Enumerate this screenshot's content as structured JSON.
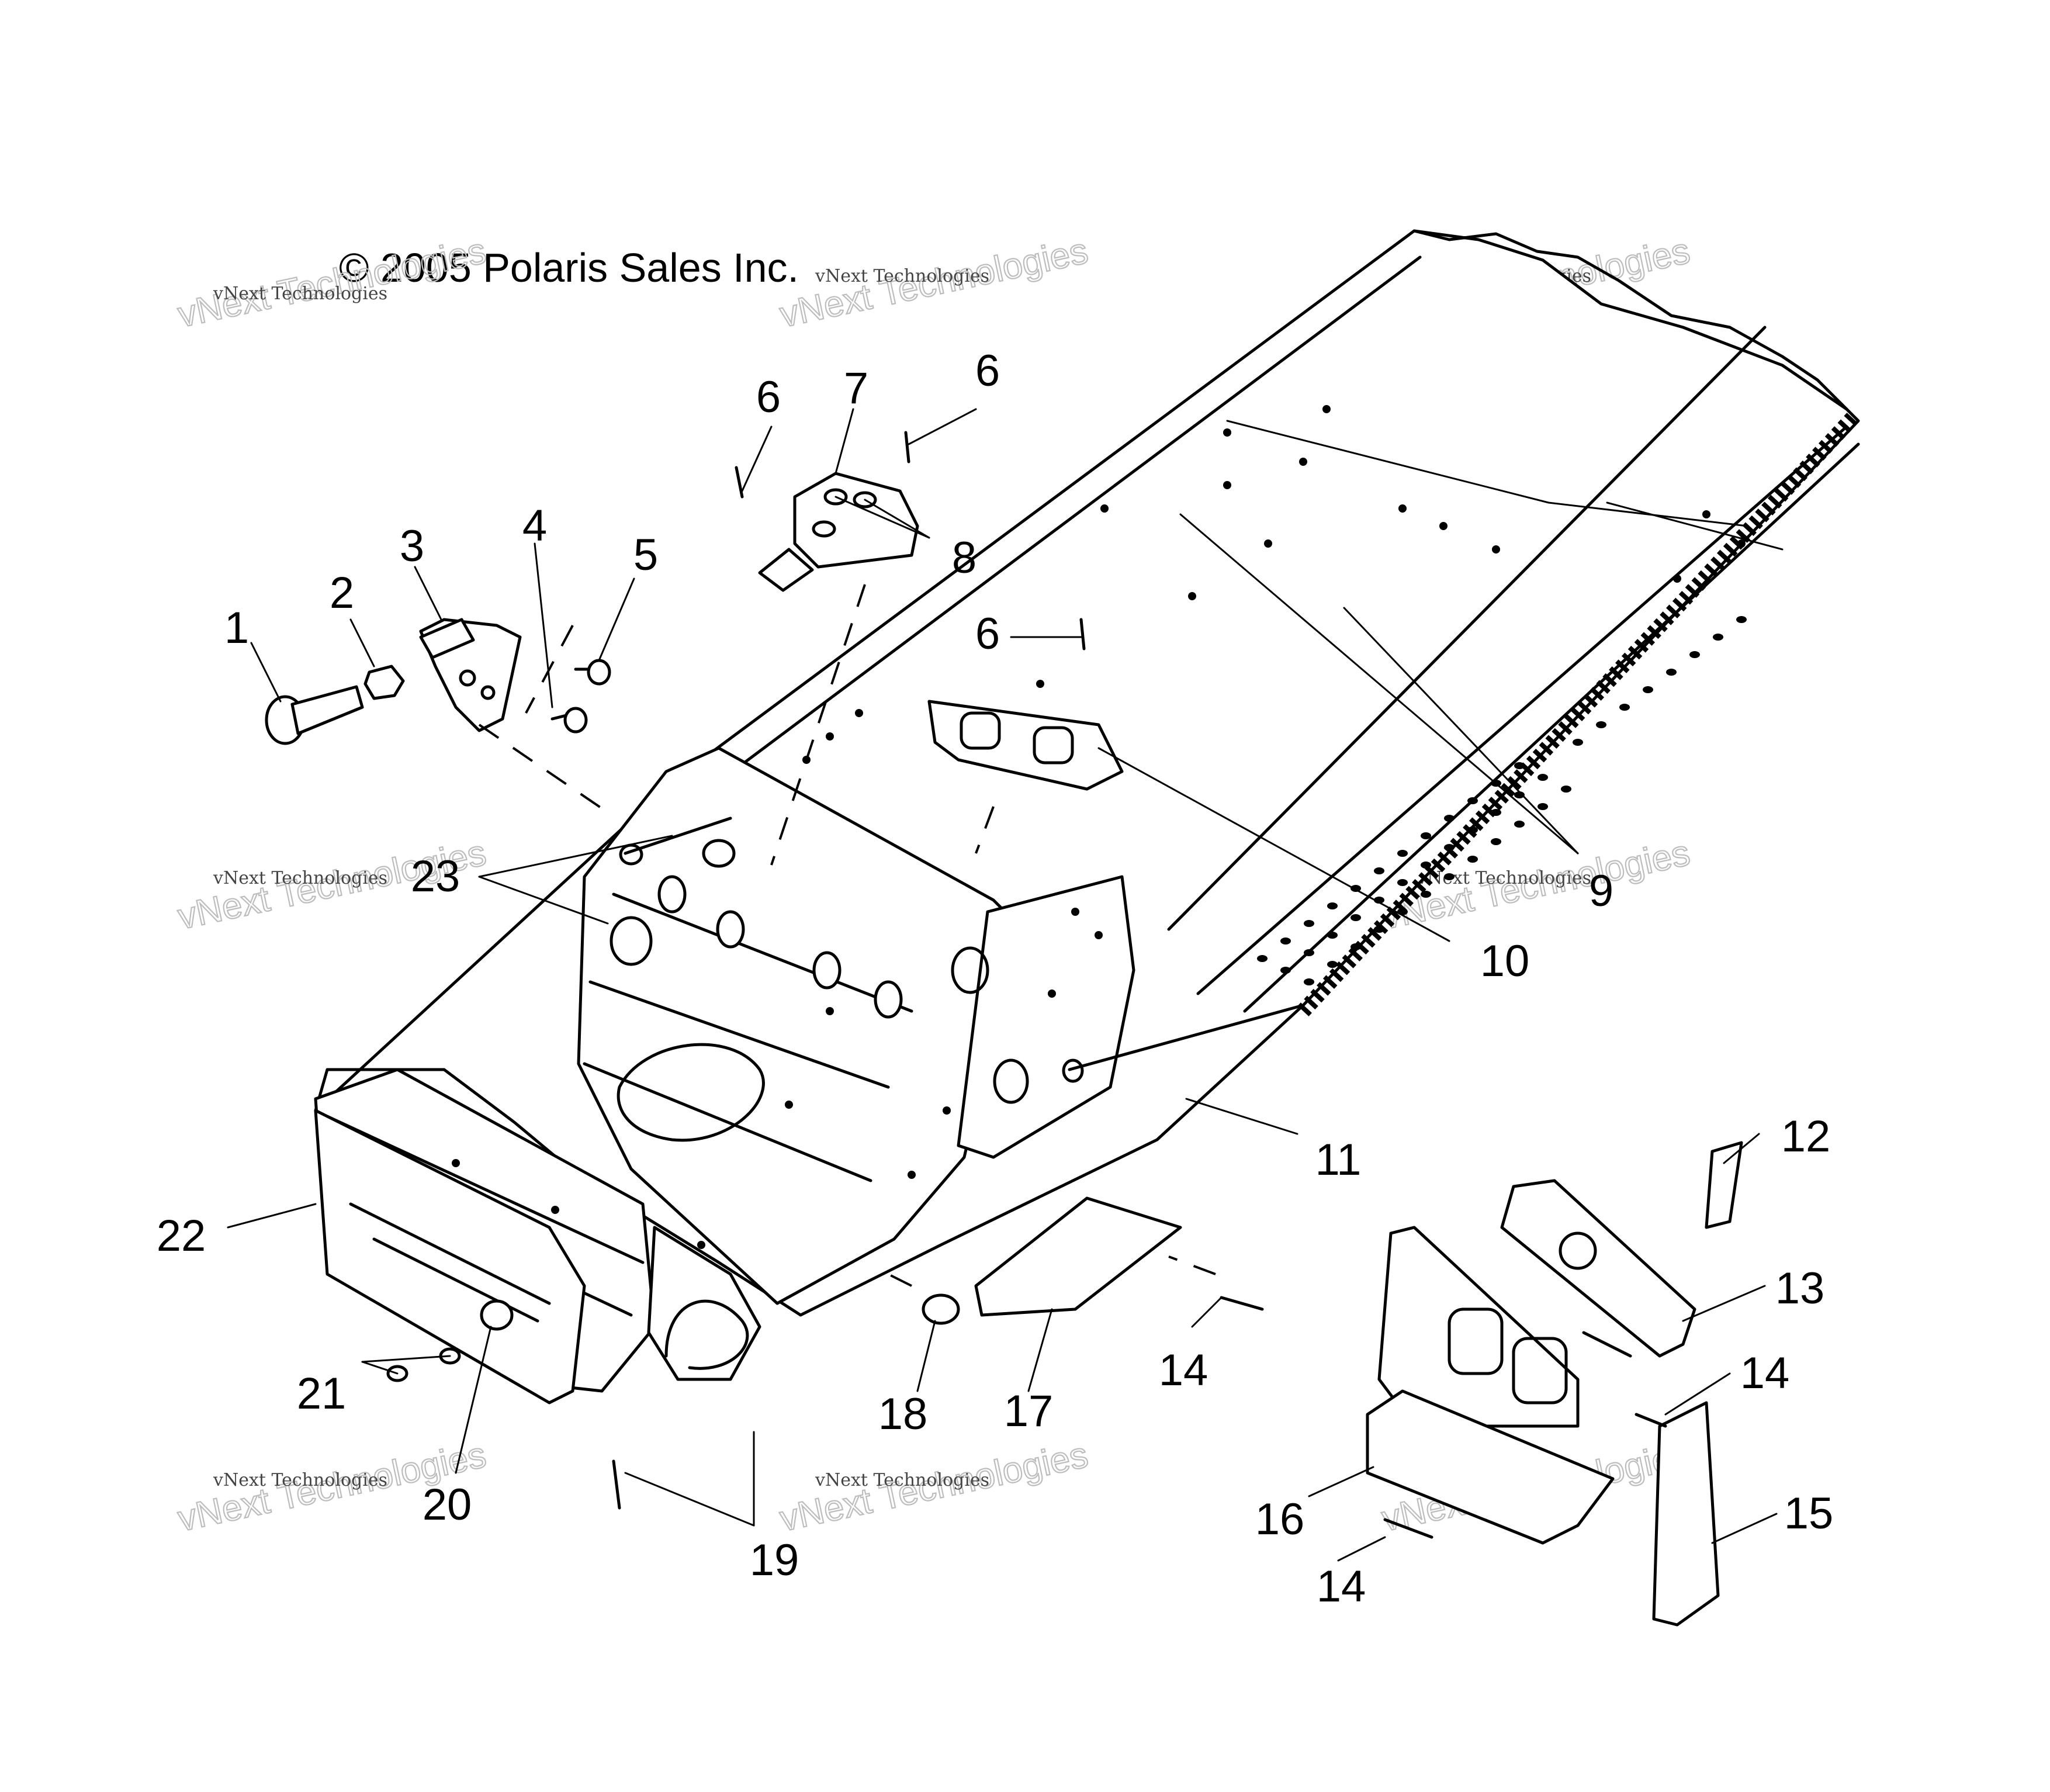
{
  "copyright": "© 2005 Polaris Sales Inc.",
  "watermark": {
    "line1": "vNext Technologies",
    "line2": "vNext Technologies"
  },
  "callouts": {
    "c1": "1",
    "c2": "2",
    "c3": "3",
    "c4": "4",
    "c5": "5",
    "c6a": "6",
    "c6b": "6",
    "c6c": "6",
    "c7": "7",
    "c8": "8",
    "c9": "9",
    "c10": "10",
    "c11": "11",
    "c12": "12",
    "c13": "13",
    "c14a": "14",
    "c14b": "14",
    "c14c": "14",
    "c15": "15",
    "c16": "16",
    "c17": "17",
    "c18": "18",
    "c19": "19",
    "c20": "20",
    "c21": "21",
    "c22": "22",
    "c23": "23"
  },
  "colors": {
    "ink": "#000000",
    "watermark": "#bdbdbd",
    "background": "#ffffff"
  }
}
